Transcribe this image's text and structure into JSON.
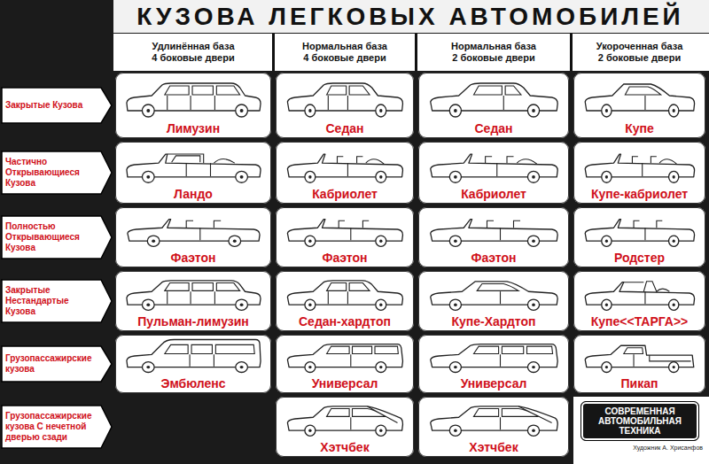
{
  "diagram": {
    "title": "КУЗОВА ЛЕГКОВЫХ АВТОМОБИЛЕЙ",
    "nodes": [
      {
        "text": [
          "Закрытые Кузова"
        ]
      },
      {
        "text": [
          "Лимузин"
        ]
      },
      {
        "text": [
          "Седан"
        ]
      },
      {
        "text": [
          "Седан"
        ]
      },
      {
        "text": [
          "Купе"
        ]
      },
      {
        "text": [
          "Частично Открывающиеся Кузова"
        ]
      },
      {
        "text": [
          "Ландо"
        ]
      },
      {
        "text": [
          "Кабриолет"
        ]
      },
      {
        "text": [
          "Кабриолет"
        ]
      },
      {
        "text": [
          "Купе-кабриолет"
        ]
      },
      {
        "text": [
          "Полностью Открывающиеся Кузова"
        ]
      },
      {
        "text": [
          "Фаэтон"
        ]
      },
      {
        "text": [
          "Фаэтон"
        ]
      },
      {
        "text": [
          "Фаэтон"
        ]
      },
      {
        "text": [
          "Родстер"
        ]
      },
      {
        "text": [
          "Закрытые Нестандартые Кузова"
        ]
      },
      {
        "text": [
          "Пульман-лимузин"
        ]
      },
      {
        "text": [
          "Седан-хардтоп"
        ]
      },
      {
        "text": [
          "Купе-Хардтоп"
        ]
      },
      {
        "text": [
          "Купе<<ТАРГА>>"
        ]
      },
      {
        "text": [
          "Грузопассажирские кузова"
        ]
      },
      {
        "text": [
          "Эмбюленс"
        ]
      },
      {
        "text": [
          "Универсал"
        ]
      },
      {
        "text": [
          "Универсал"
        ]
      },
      {
        "text": [
          "Пикап"
        ]
      },
      {
        "text": [
          "Грузопассажирские кузова С нечетной дверью сзади"
        ]
      },
      {
        "text": [
          "Хэтчбек"
        ]
      },
      {
        "text": [
          "Хэтчбек"
        ]
      },
      {
        "text": [
          "СОВРЕМЕННАЯ АВТОМОБИЛЬНАЯ ТЕХНИКА"
        ]
      }
    ],
    "labels": [
      "Удлинённая база 4 боковые двери",
      "Нормальная база 4 боковые двери",
      "Нормальная база 2 боковые двери",
      "Укороченная база 2 боковые двери",
      "Художник А. Хрисанфов"
    ]
  }
}
